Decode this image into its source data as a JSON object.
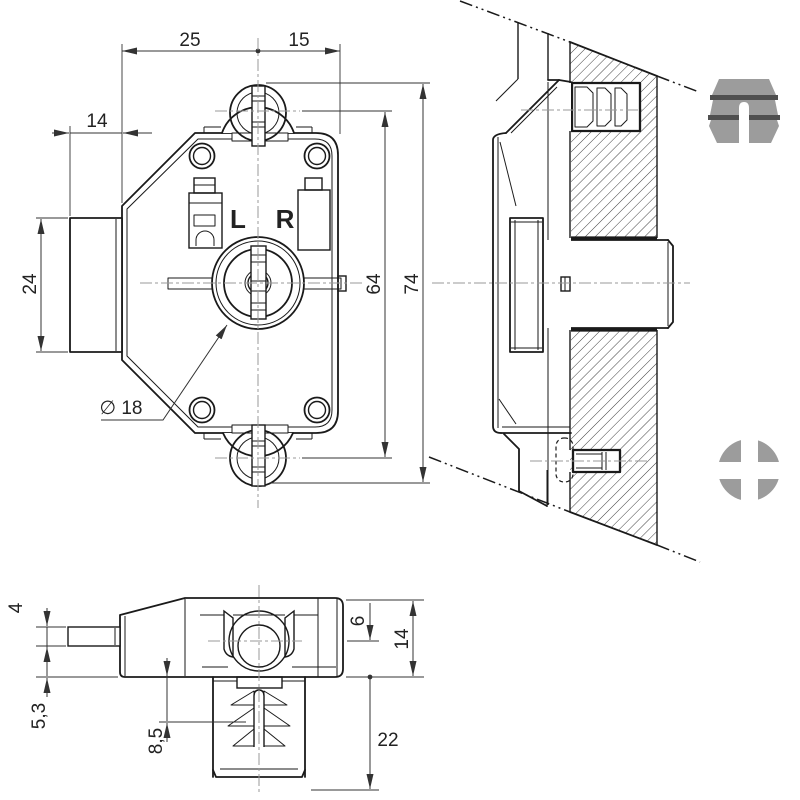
{
  "drawing": {
    "front": {
      "letter_left": "L",
      "letter_right": "R",
      "dim_top_left": "25",
      "dim_top_right": "15",
      "dim_bolt_protrusion": "14",
      "dim_bolt_height": "24",
      "dim_hole_spacing": "64",
      "dim_overall_height": "74",
      "dim_cylinder": "∅ 18"
    },
    "bottom": {
      "dim_bolt_thickness": "4",
      "dim_under_body": "5,3",
      "dim_dowel_offset": "8,5",
      "dim_center_offset": "6",
      "dim_body_depth": "14",
      "dim_barrel_length": "22"
    },
    "icons": {
      "dowel": "push-in expansion dowel",
      "screw": "phillips screw head"
    }
  },
  "colors": {
    "line": "#1a1a1a",
    "centerline": "#999999",
    "icon_gray": "#9c9c9c",
    "icon_dark": "#4f4f4f"
  }
}
